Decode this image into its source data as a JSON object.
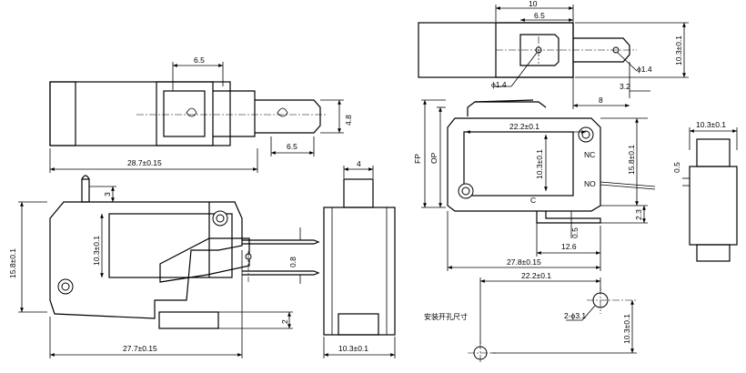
{
  "dims": {
    "top_pitch": "6.5",
    "top_pin_offset": "6.5",
    "top_width": "4.8",
    "overall_length": "28.7±0.15",
    "lever_gap": "3",
    "body_height": "15.8±0.1",
    "inner_height": "10.3±0.1",
    "pin_thickness": "0.8",
    "bottom_offset": "2",
    "body_length": "27.7±0.15",
    "side_width_top": "4",
    "side_width_bottom": "10.3±0.1",
    "tr_top_total": "10",
    "tr_top_sub": "6.5",
    "tr_hole_left": "ϕ1.4",
    "tr_hole_right": "ϕ1.4",
    "tr_h": "10.3±0.1",
    "tr_offset": "3.2",
    "tr_len": "8",
    "fp_label": "FP",
    "op_label": "OP",
    "r_hole_pitch": "22.2±0.1",
    "r_inner_h": "10.3±0.1",
    "r_height": "15.8±0.1",
    "nc_label": "NC",
    "no_label": "NO",
    "c_label": "C",
    "r_pin_gap": "2.3",
    "r_pin_t": "0.5",
    "r_pin_len": "12.6",
    "r_body_len": "27.8±0.15",
    "r_mount_pitch": "22.2±0.1",
    "rs_width": "10.3±0.1",
    "rs_lever": "0.5",
    "mount_title": "安装开孔尺寸",
    "mount_hole": "2-ϕ3.1",
    "mount_v": "10.3±0.1"
  }
}
